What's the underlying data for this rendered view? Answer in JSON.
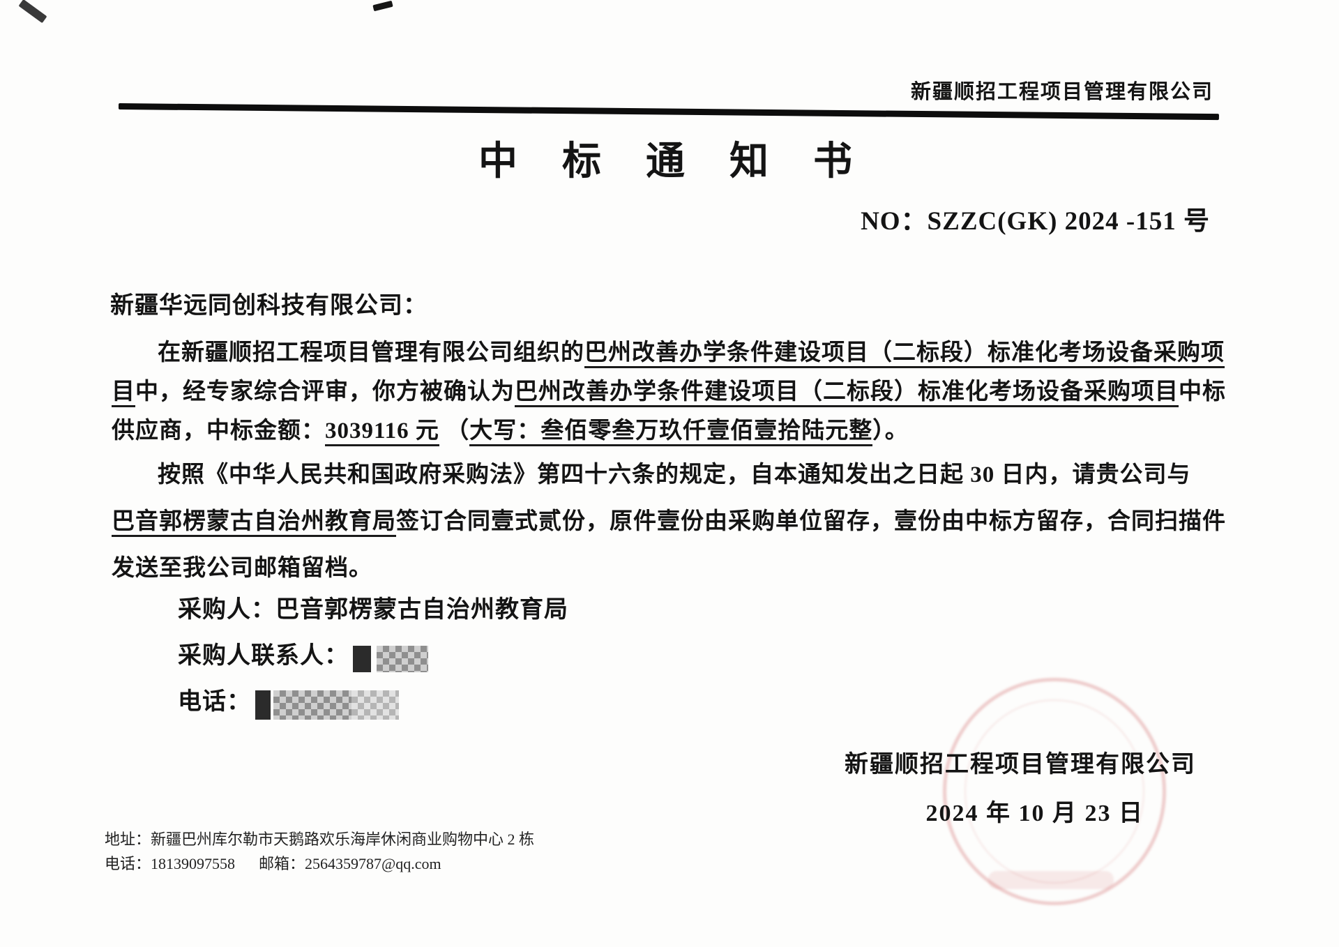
{
  "colors": {
    "ink": "#141414",
    "stamp_red": "#cc5c5c"
  },
  "header": {
    "company": "新疆顺招工程项目管理有限公司"
  },
  "title": "中 标 通 知 书",
  "doc_no": "NO：SZZC(GK) 2024 -151 号",
  "addressee": "新疆华远同创科技有限公司：",
  "para1": {
    "lines": [
      [
        {
          "t": "在新疆顺招工程项目管理有限公司组织的"
        },
        {
          "t": "巴州改善办学条件建设项目（二标段）标准化考场设备采购项",
          "u": true
        }
      ],
      [
        {
          "t": "目",
          "u": true
        },
        {
          "t": "中，经专家综合评审，你方被确认为"
        },
        {
          "t": "巴州改善办学条件建设项目（二标段）标准化考场设备采购项目",
          "u": true
        },
        {
          "t": "中标"
        }
      ],
      [
        {
          "t": "供应商，中标金额："
        },
        {
          "t": "3039116 元",
          "u": true
        },
        {
          "t": " （"
        },
        {
          "t": "大写：叁佰零叁万玖仟壹佰壹拾陆元整",
          "u": true
        },
        {
          "t": "）。"
        }
      ]
    ]
  },
  "para2": {
    "lines": [
      [
        {
          "t": "按照《中华人民共和国政府采购法》第四十六条的规定，自本通知发出之日起 30 日内，请贵公司与"
        }
      ],
      [
        {
          "t": "巴音郭楞蒙古自治州教育局",
          "u": true
        },
        {
          "t": "签订合同壹式贰份，原件壹份由采购单位留存，壹份由中标方留存，合同扫描件"
        }
      ],
      [
        {
          "t": "发送至我公司邮箱留档。"
        }
      ]
    ]
  },
  "details": {
    "purchaser_label": "采购人：",
    "purchaser_value": "巴音郭楞蒙古自治州教育局",
    "contact_label": "采购人联系人：",
    "phone_label": "电话："
  },
  "signature": {
    "company": "新疆顺招工程项目管理有限公司",
    "date": "2024 年 10 月 23 日"
  },
  "footer": {
    "address_label": "地址：",
    "address_value": "新疆巴州库尔勒市天鹅路欢乐海岸休闲商业购物中心 2 栋",
    "phone_label": "电话：",
    "phone_value": "18139097558",
    "email_label": "邮箱：",
    "email_value": "2564359787@qq.com"
  }
}
